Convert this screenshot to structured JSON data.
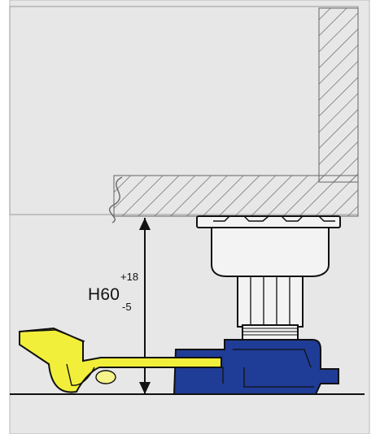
{
  "dimension": {
    "main_label": "H60",
    "upper_tolerance": "+18",
    "lower_tolerance": "-5"
  },
  "colors": {
    "background_panel": "#e6e6e6",
    "outline": "#111111",
    "hatch": "#555555",
    "foot_body": "#1f3c96",
    "foot_body_dark": "#13276a",
    "wrench": "#f2ef3a",
    "wrench_dark": "#c8c21a",
    "floor": "#111111"
  },
  "icons": {
    "wrench": "adjustment-wrench-icon",
    "foot": "adjustable-foot-icon"
  }
}
